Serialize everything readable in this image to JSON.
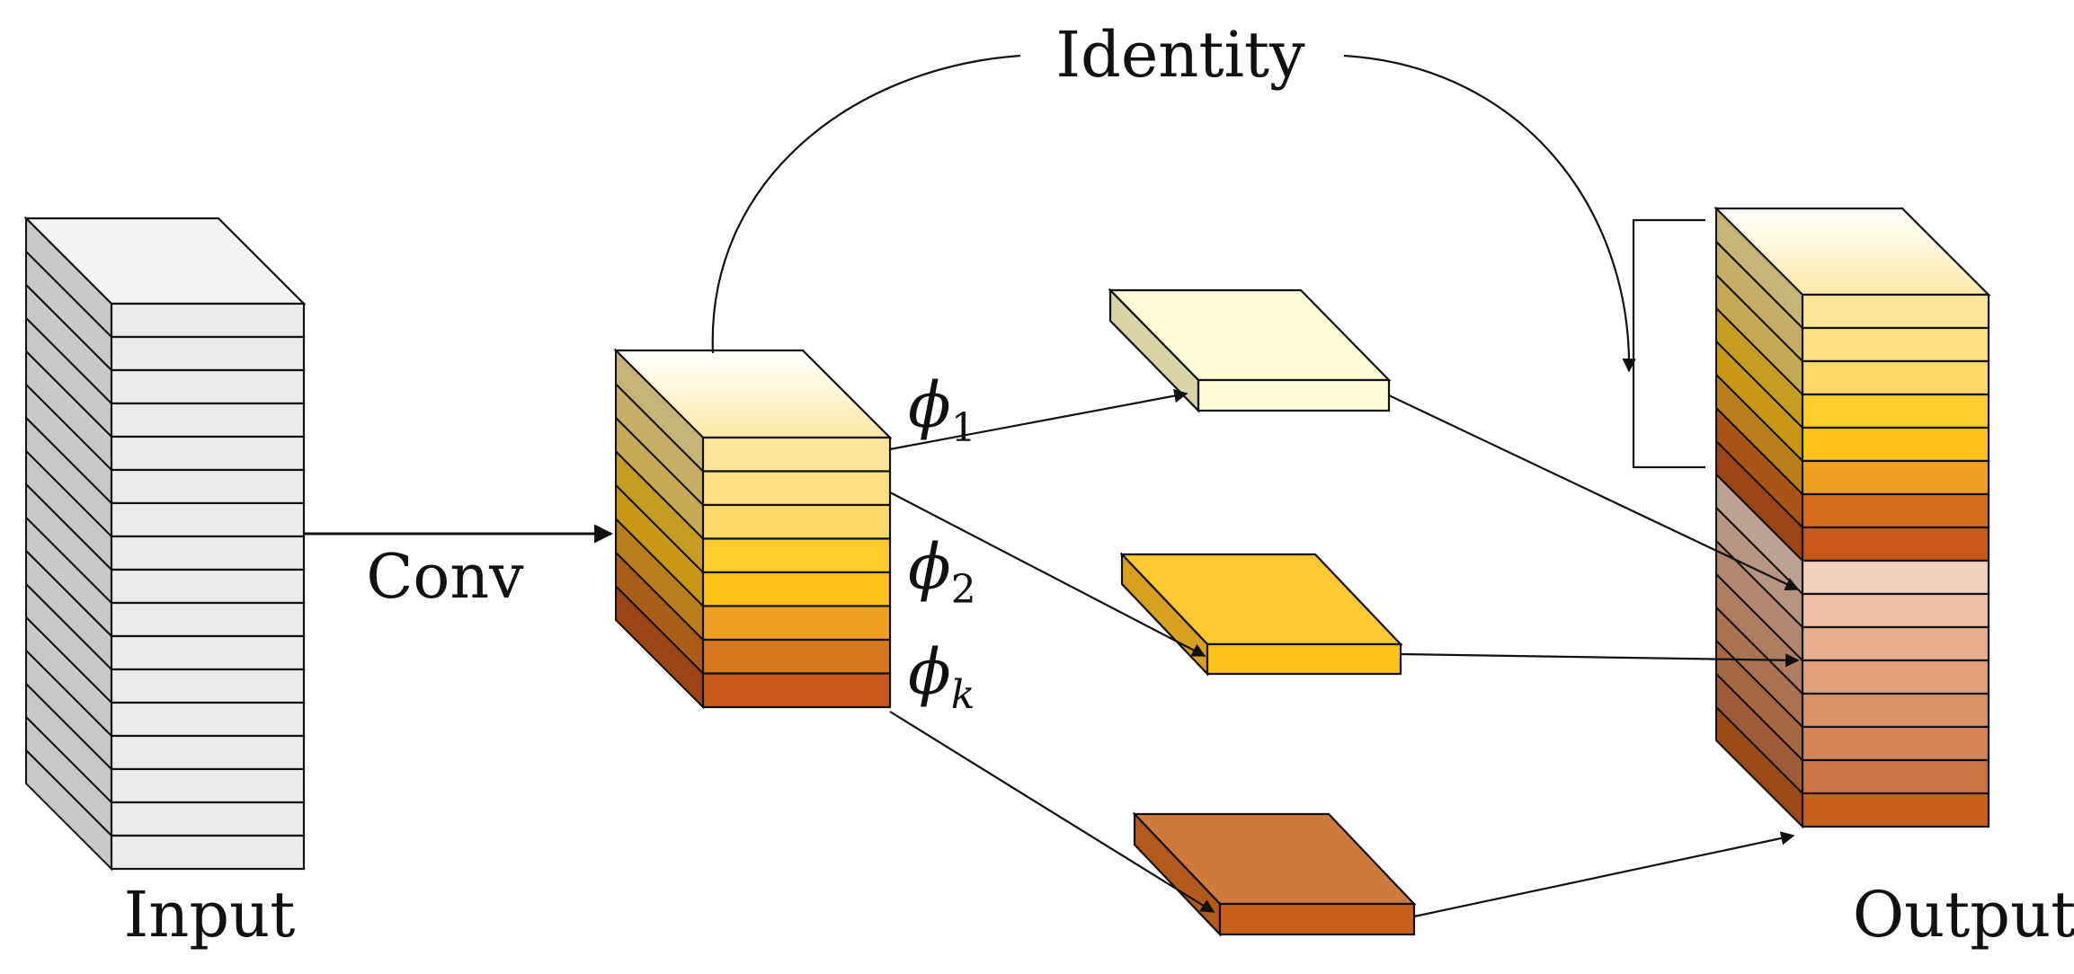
{
  "labels": {
    "input": "Input",
    "conv": "Conv",
    "identity": "Identity",
    "output": "Output",
    "phi1": {
      "symbol": "ϕ",
      "sub": "1"
    },
    "phi2": {
      "symbol": "ϕ",
      "sub": "2"
    },
    "phik": {
      "symbol": "ϕ",
      "sub": "k"
    }
  },
  "colors": {
    "input_front": "#ebebeb",
    "input_side": "#c8c8c8",
    "input_top": "#f2f2f2",
    "map1": "#fffbd6",
    "map2": "#ffc830",
    "mapk": "#c8601e",
    "mid_layers": [
      "#ffe79a",
      "#ffdf82",
      "#ffd86a",
      "#ffcb2e",
      "#ffc21a",
      "#f0a020",
      "#d8781e",
      "#c8581a"
    ],
    "out_layers": [
      "#ffe79a",
      "#ffdf82",
      "#ffd86a",
      "#ffcb2e",
      "#ffc21a",
      "#f0a020",
      "#d86c1e",
      "#c8581a",
      "#f2d0bc",
      "#ecbfa4",
      "#e6ad8c",
      "#e0a07a",
      "#da9266",
      "#d48456",
      "#cc7446",
      "#c8601e"
    ]
  }
}
